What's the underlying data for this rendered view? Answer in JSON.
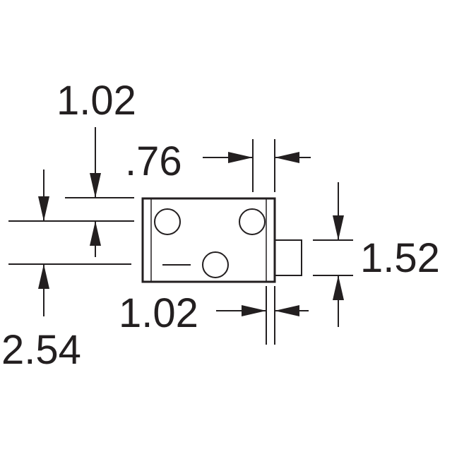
{
  "dimensions": {
    "top_pad_spacing": "1.02",
    "pin_width": ".76",
    "bottom_pin_spacing": "1.02",
    "tab_height": "1.52",
    "row_pitch": "2.54"
  },
  "colors": {
    "ink": "#231f20",
    "background": "#ffffff"
  }
}
